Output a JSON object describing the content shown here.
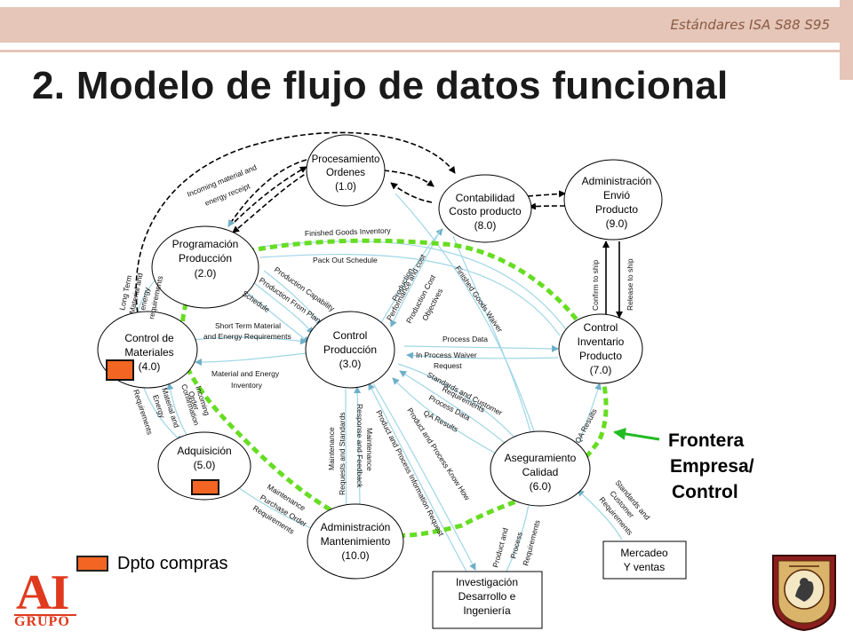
{
  "header": {
    "standard": "Estándares ISA S88 S95"
  },
  "title": "2. Modelo de flujo de datos funcional",
  "legend": {
    "label": "Dpto compras",
    "color": "#f26522"
  },
  "frontier": {
    "line1": "Frontera",
    "line2": "Empresa/",
    "line3": "Control",
    "arrow_color": "#22bb22"
  },
  "accent": {
    "header_bar": "#e5c6b8",
    "header_text": "#8a5a44",
    "logo": "#e03a1e",
    "dashed_boundary": "#66dd22",
    "flow_line": "#9fd6e6"
  },
  "logo": {
    "letters": "AI",
    "word": "GRUPO"
  },
  "nodes": {
    "n1": {
      "l1": "Procesamiento",
      "l2": "Ordenes",
      "l3": "(1.0)"
    },
    "n2": {
      "l1": "Programación",
      "l2": "Producción",
      "l3": "(2.0)"
    },
    "n3": {
      "l1": "Control",
      "l2": "Producción",
      "l3": "(3.0)"
    },
    "n4": {
      "l1": "Control de",
      "l2": "Materiales",
      "l3": "(4.0)"
    },
    "n5": {
      "l1": "Adquisición",
      "l2": "(5.0)"
    },
    "n6": {
      "l1": "Aseguramiento",
      "l2": "Calidad",
      "l3": "(6.0)"
    },
    "n7": {
      "l1": "Control",
      "l2": "Inventario",
      "l3": "Producto",
      "l4": "(7.0)"
    },
    "n8": {
      "l1": "Contabilidad",
      "l2": "Costo producto",
      "l3": "(8.0)"
    },
    "n9": {
      "l1": "Administración",
      "l2": "Envió",
      "l3": "Producto",
      "l4": "(9.0)"
    },
    "n10": {
      "l1": "Administración",
      "l2": "Mantenimiento",
      "l3": "(10.0)"
    }
  },
  "external": {
    "market": {
      "l1": "Mercadeo",
      "l2": "Y ventas"
    },
    "rnd": {
      "l1": "Investigación",
      "l2": "Desarrollo e",
      "l3": "Ingeniería"
    }
  },
  "flows": {
    "incoming": {
      "l1": "Incoming material and",
      "l2": "energy receipt"
    },
    "finished_inv": "Finished Goods Inventory",
    "packout": "Pack Out Schedule",
    "longterm": {
      "l1": "Long Term",
      "l2": "Material and",
      "l3": "energy",
      "l4": "requirements"
    },
    "prod_capability": "Production Capability",
    "prod_from_plan": "Production From Plan",
    "schedule": "Schedule",
    "short_term": {
      "l1": "Short Term Material",
      "l2": "and Energy Requirements"
    },
    "mat_energy_inv": {
      "l1": "Material and Energy",
      "l2": "Inventory"
    },
    "prod_perf": {
      "l1": "Production",
      "l2": "Performance and cost"
    },
    "prod_cost_obj": {
      "l1": "Production Cost",
      "l2": "Objectives"
    },
    "fg_waiver": "Finished Goods Waiver",
    "process_data": "Process Data",
    "ip_waiver": {
      "l1": "In Process Waiver",
      "l2": "Request"
    },
    "std_cust": {
      "l1": "Standards and Customer",
      "l2": "Requirements"
    },
    "process_data2": "Process Data",
    "qa_results": "QA Results",
    "qa_results2": "QA Results",
    "confirm_ship": "Confirm to ship",
    "release_ship": "Release to ship",
    "maint_req": {
      "l1": "Maintenance",
      "l2": "Requests and Standards"
    },
    "maint_resp": {
      "l1": "Maintenance",
      "l2": "Response and Feedback"
    },
    "prod_proc_info": "Product and Process Information Request",
    "prod_proc_know": "Product and Process Know How",
    "incoming_order": {
      "l1": "Incoming",
      "l2": "Order",
      "l3": "Confirmation"
    },
    "mat_energy_req": {
      "l1": "Material and",
      "l2": "Energy",
      "l3": "Requirements"
    },
    "maint_purchase": {
      "l1": "Maintenance",
      "l2": "Purchase Order",
      "l3": "Requirements"
    },
    "prod_proc_req": {
      "l1": "Product and",
      "l2": "Process",
      "l3": "Requirements"
    },
    "std_cust2": {
      "l1": "Standards and",
      "l2": "Customer",
      "l3": "Requirements"
    }
  }
}
